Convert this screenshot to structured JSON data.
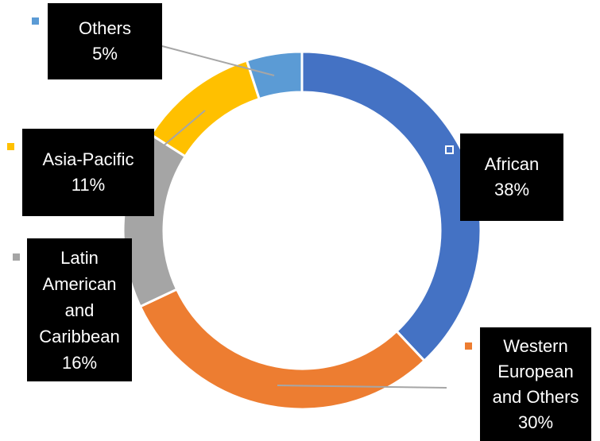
{
  "chart_data": {
    "type": "pie",
    "variant": "donut",
    "categories": [
      "African",
      "Western European and Others",
      "Latin American and Caribbean",
      "Asia-Pacific",
      "Others"
    ],
    "values": [
      38,
      30,
      16,
      11,
      5
    ],
    "value_labels": [
      "38%",
      "30%",
      "16%",
      "11%",
      "5%"
    ],
    "colors": [
      "#4472C4",
      "#ED7D31",
      "#A5A5A5",
      "#FFC000",
      "#5B9BD5"
    ],
    "title": "",
    "legend": "data labels with color keys"
  },
  "labels": {
    "others": {
      "lines": [
        "Others"
      ],
      "value": "5%"
    },
    "asia": {
      "lines": [
        "Asia-Pacific"
      ],
      "value": "11%"
    },
    "latin": {
      "lines": [
        "Latin",
        "American",
        "and",
        "Caribbean"
      ],
      "value": "16%"
    },
    "african": {
      "lines": [
        "African"
      ],
      "value": "38%"
    },
    "western": {
      "lines": [
        "Western",
        "European",
        "and Others"
      ],
      "value": "30%"
    }
  }
}
